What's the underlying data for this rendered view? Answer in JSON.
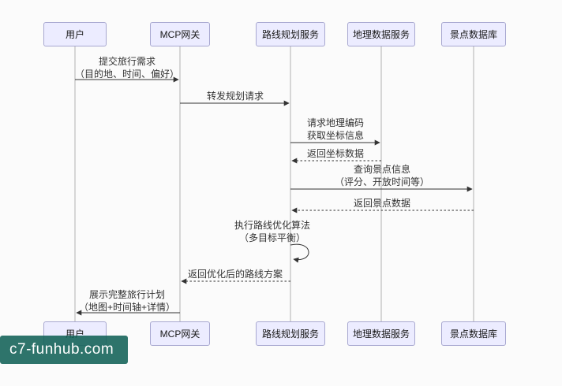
{
  "diagram": {
    "type": "sequence",
    "participants": [
      {
        "label": "用户"
      },
      {
        "label": "MCP网关"
      },
      {
        "label": "路线规划服务"
      },
      {
        "label": "地理数据服务"
      },
      {
        "label": "景点数据库"
      }
    ],
    "messages": [
      {
        "from": "用户",
        "to": "MCP网关",
        "style": "solid",
        "lines": [
          "提交旅行需求",
          "（目的地、时间、偏好）"
        ]
      },
      {
        "from": "MCP网关",
        "to": "路线规划服务",
        "style": "solid",
        "lines": [
          "转发规划请求"
        ]
      },
      {
        "from": "路线规划服务",
        "to": "地理数据服务",
        "style": "solid",
        "lines": [
          "请求地理编码",
          "获取坐标信息"
        ]
      },
      {
        "from": "地理数据服务",
        "to": "路线规划服务",
        "style": "dashed",
        "lines": [
          "返回坐标数据"
        ]
      },
      {
        "from": "路线规划服务",
        "to": "景点数据库",
        "style": "solid",
        "lines": [
          "查询景点信息",
          "（评分、开放时间等）"
        ]
      },
      {
        "from": "景点数据库",
        "to": "路线规划服务",
        "style": "dashed",
        "lines": [
          "返回景点数据"
        ]
      },
      {
        "from": "路线规划服务",
        "to": "路线规划服务",
        "style": "self",
        "lines": [
          "执行路线优化算法",
          "（多目标平衡）"
        ]
      },
      {
        "from": "路线规划服务",
        "to": "MCP网关",
        "style": "dashed",
        "lines": [
          "返回优化后的路线方案"
        ]
      },
      {
        "from": "MCP网关",
        "to": "用户",
        "style": "solid",
        "lines": [
          "展示完整旅行计划",
          "（地图+时间轴+详情）"
        ]
      }
    ],
    "colors": {
      "actor_fill": "#ECECFF",
      "actor_border": "#a8a8d0",
      "line": "#333333",
      "lifeline": "#b0b0b0"
    }
  },
  "watermark": {
    "text": "c7-funhub.com"
  }
}
